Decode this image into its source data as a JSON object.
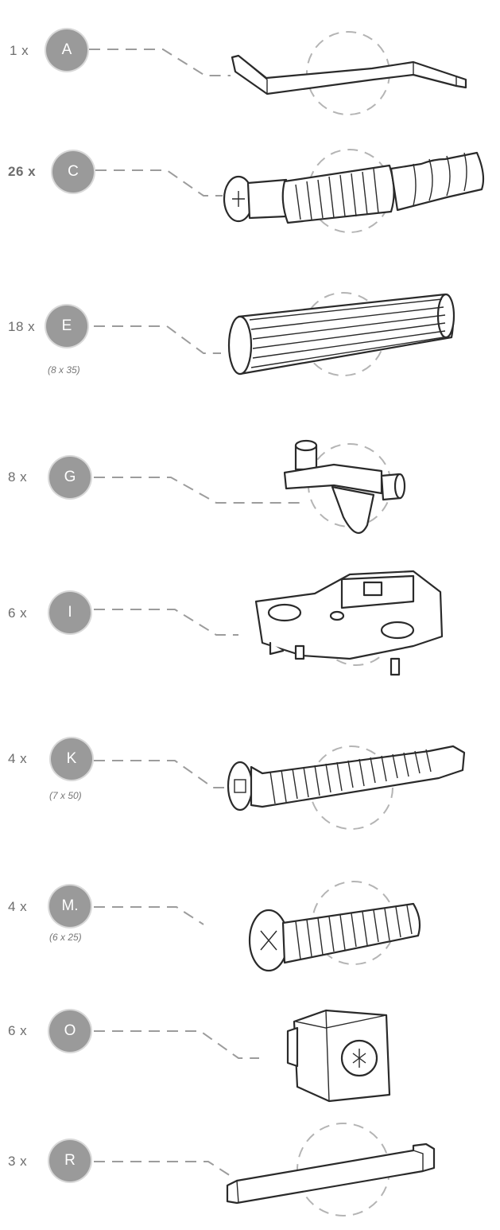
{
  "parts": [
    {
      "qty": "1 x",
      "letter": "A",
      "dims": "",
      "icon": "hex-key-icon"
    },
    {
      "qty": "26 x",
      "letter": "C",
      "dims": "",
      "icon": "cam-bolt-icon"
    },
    {
      "qty": "18 x",
      "letter": "E",
      "dims": "(8 x 35)",
      "icon": "wood-dowel-icon"
    },
    {
      "qty": "8 x",
      "letter": "G",
      "dims": "",
      "icon": "shelf-support-pin-icon"
    },
    {
      "qty": "6 x",
      "letter": "I",
      "dims": "",
      "icon": "hinge-mounting-plate-icon"
    },
    {
      "qty": "4 x",
      "letter": "K",
      "dims": "(7 x 50)",
      "icon": "euro-screw-icon"
    },
    {
      "qty": "4 x",
      "letter": "M.",
      "dims": "(6 x 25)",
      "icon": "machine-screw-icon"
    },
    {
      "qty": "6 x",
      "letter": "O",
      "dims": "",
      "icon": "cabinet-connector-icon"
    },
    {
      "qty": "3 x",
      "letter": "R",
      "dims": "",
      "icon": "plastic-bracket-icon"
    }
  ]
}
